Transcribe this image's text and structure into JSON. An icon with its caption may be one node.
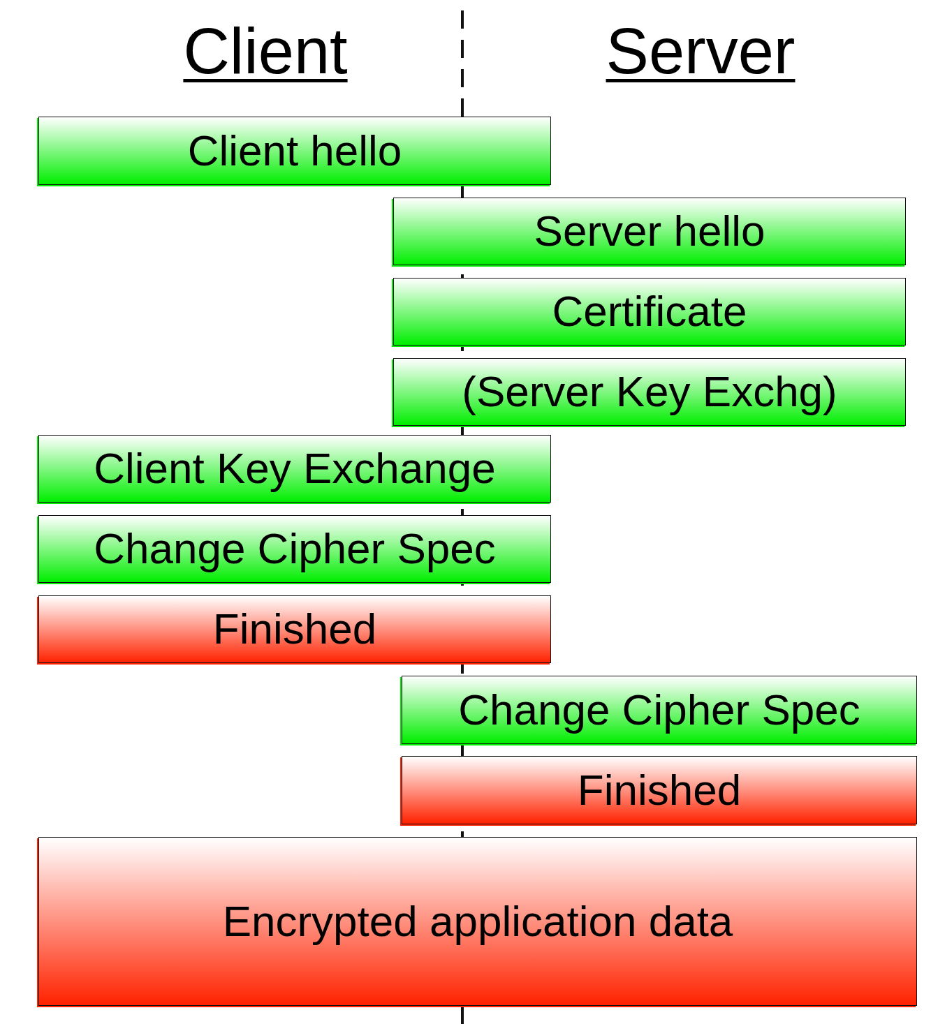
{
  "diagram": {
    "nodes": [
      {
        "text": [
          "Client hello"
        ]
      },
      {
        "text": [
          "Server hello"
        ]
      },
      {
        "text": [
          "Certificate"
        ]
      },
      {
        "text": [
          "(Server Key Exchg)"
        ]
      },
      {
        "text": [
          "Client Key Exchange"
        ]
      },
      {
        "text": [
          "Change Cipher Spec"
        ]
      },
      {
        "text": [
          "Finished"
        ]
      },
      {
        "text": [
          "Change Cipher Spec"
        ]
      },
      {
        "text": [
          "Finished"
        ]
      },
      {
        "text": [
          "Encrypted application data"
        ]
      }
    ],
    "labels": [
      "Client",
      "Server"
    ]
  }
}
